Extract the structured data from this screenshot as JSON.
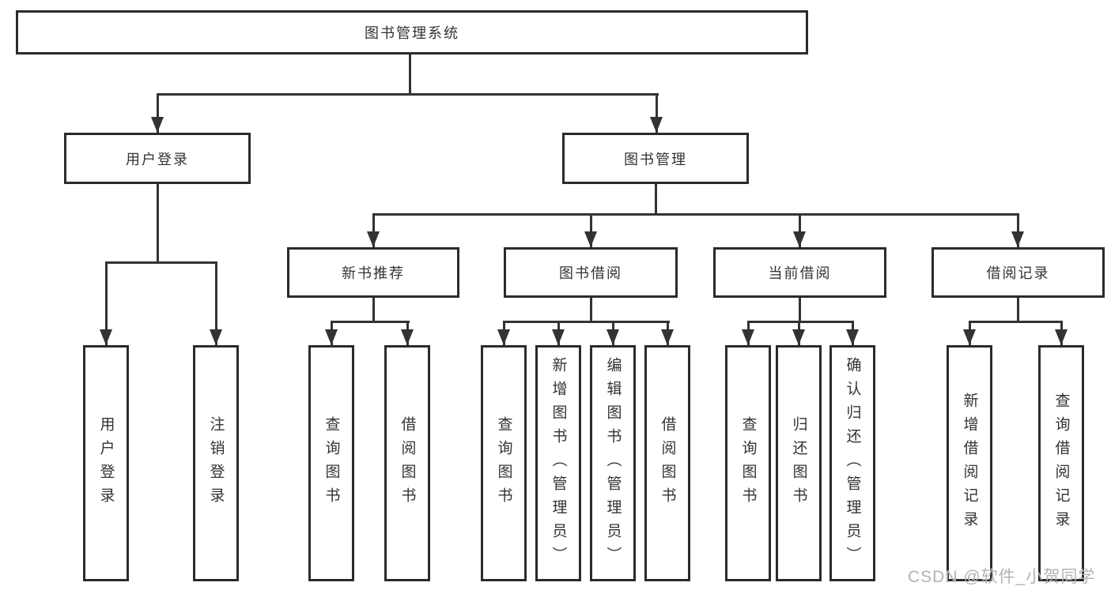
{
  "diagram_type": "hierarchy-tree",
  "colors": {
    "background": "#ffffff",
    "box_border": "#2b2b2b",
    "line": "#333333",
    "text": "#333333",
    "watermark": "#b3b3b3"
  },
  "tree": {
    "label": "图书管理系统",
    "children": [
      {
        "label": "用户登录",
        "children": [
          {
            "label": "用户登录"
          },
          {
            "label": "注销登录"
          }
        ]
      },
      {
        "label": "图书管理",
        "children": [
          {
            "label": "新书推荐",
            "children": [
              {
                "label": "查询图书"
              },
              {
                "label": "借阅图书"
              }
            ]
          },
          {
            "label": "图书借阅",
            "children": [
              {
                "label": "查询图书"
              },
              {
                "label": "新增图书（管理员）"
              },
              {
                "label": "编辑图书（管理员）"
              },
              {
                "label": "借阅图书"
              }
            ]
          },
          {
            "label": "当前借阅",
            "children": [
              {
                "label": "查询图书"
              },
              {
                "label": "归还图书"
              },
              {
                "label": "确认归还（管理员）"
              }
            ]
          },
          {
            "label": "借阅记录",
            "children": [
              {
                "label": "新增借阅记录"
              },
              {
                "label": "查询借阅记录"
              }
            ]
          }
        ]
      }
    ]
  },
  "watermark": {
    "text": "CSDN @软件_小贺同学"
  }
}
